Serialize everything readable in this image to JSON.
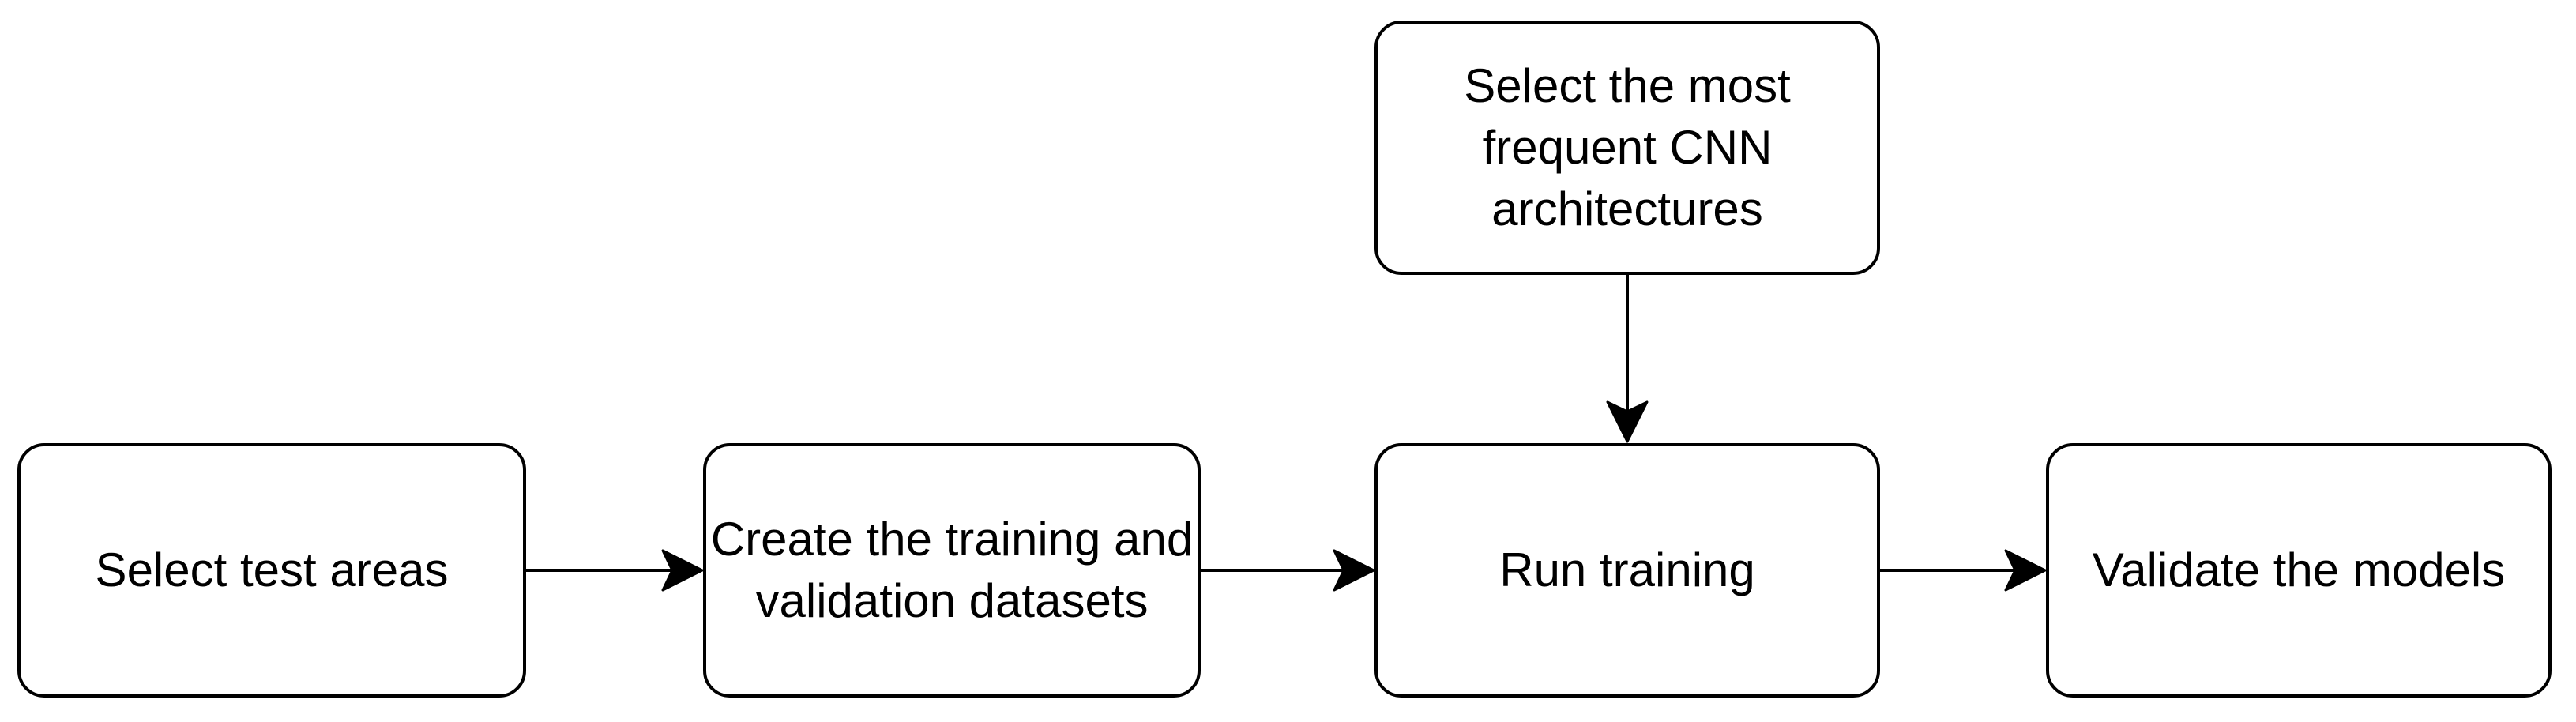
{
  "diagram": {
    "type": "flowchart",
    "colors": {
      "background": "#ffffff",
      "node_fill": "#ffffff",
      "stroke": "#000000",
      "text": "#000000"
    },
    "nodes": [
      {
        "id": "select-test-areas",
        "label": "Select test areas"
      },
      {
        "id": "create-datasets",
        "label": "Create the training and\nvalidation datasets"
      },
      {
        "id": "run-training",
        "label": "Run training"
      },
      {
        "id": "validate-models",
        "label": "Validate the models"
      },
      {
        "id": "select-cnn-architectures",
        "label": "Select the most\nfrequent CNN\narchitectures"
      }
    ],
    "edges": [
      {
        "from": "select-test-areas",
        "to": "create-datasets",
        "direction": "right"
      },
      {
        "from": "create-datasets",
        "to": "run-training",
        "direction": "right"
      },
      {
        "from": "run-training",
        "to": "validate-models",
        "direction": "right"
      },
      {
        "from": "select-cnn-architectures",
        "to": "run-training",
        "direction": "down"
      }
    ]
  }
}
